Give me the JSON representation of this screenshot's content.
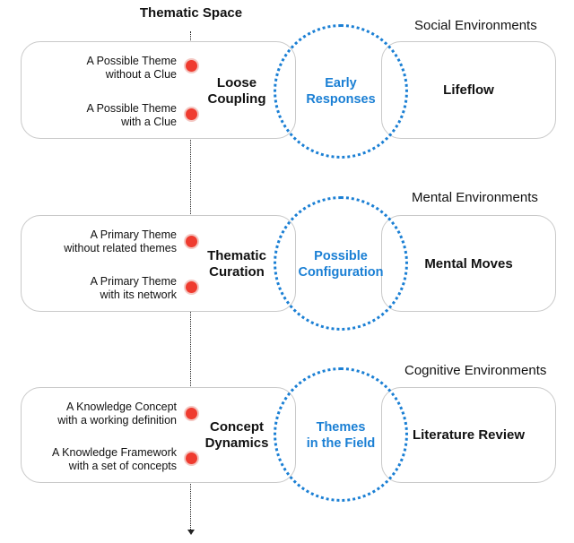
{
  "title": "Thematic Space",
  "colors": {
    "accent_blue": "#1a7fd4",
    "dot_red": "#ef3b2f",
    "box_border": "#c9c9c9",
    "text": "#111111"
  },
  "rows": [
    {
      "environment": "Social Environments",
      "items": [
        {
          "line1": "A Possible Theme",
          "line2": "without a Clue"
        },
        {
          "line1": "A Possible Theme",
          "line2": "with a Clue"
        }
      ],
      "center_label": {
        "line1": "Loose",
        "line2": "Coupling"
      },
      "circle_label": {
        "line1": "Early",
        "line2": "Responses"
      },
      "right_label": "Lifeflow"
    },
    {
      "environment": "Mental Environments",
      "items": [
        {
          "line1": "A Primary Theme",
          "line2": "without related themes"
        },
        {
          "line1": "A Primary Theme",
          "line2": "with its network"
        }
      ],
      "center_label": {
        "line1": "Thematic",
        "line2": "Curation"
      },
      "circle_label": {
        "line1": "Possible",
        "line2": "Configuration"
      },
      "right_label": "Mental Moves"
    },
    {
      "environment": "Cognitive Environments",
      "items": [
        {
          "line1": "A Knowledge Concept",
          "line2": "with a working definition"
        },
        {
          "line1": "A Knowledge Framework",
          "line2": "with a set of concepts"
        }
      ],
      "center_label": {
        "line1": "Concept",
        "line2": "Dynamics"
      },
      "circle_label": {
        "line1": "Themes",
        "line2": "in the Field"
      },
      "right_label": "Literature Review"
    }
  ]
}
